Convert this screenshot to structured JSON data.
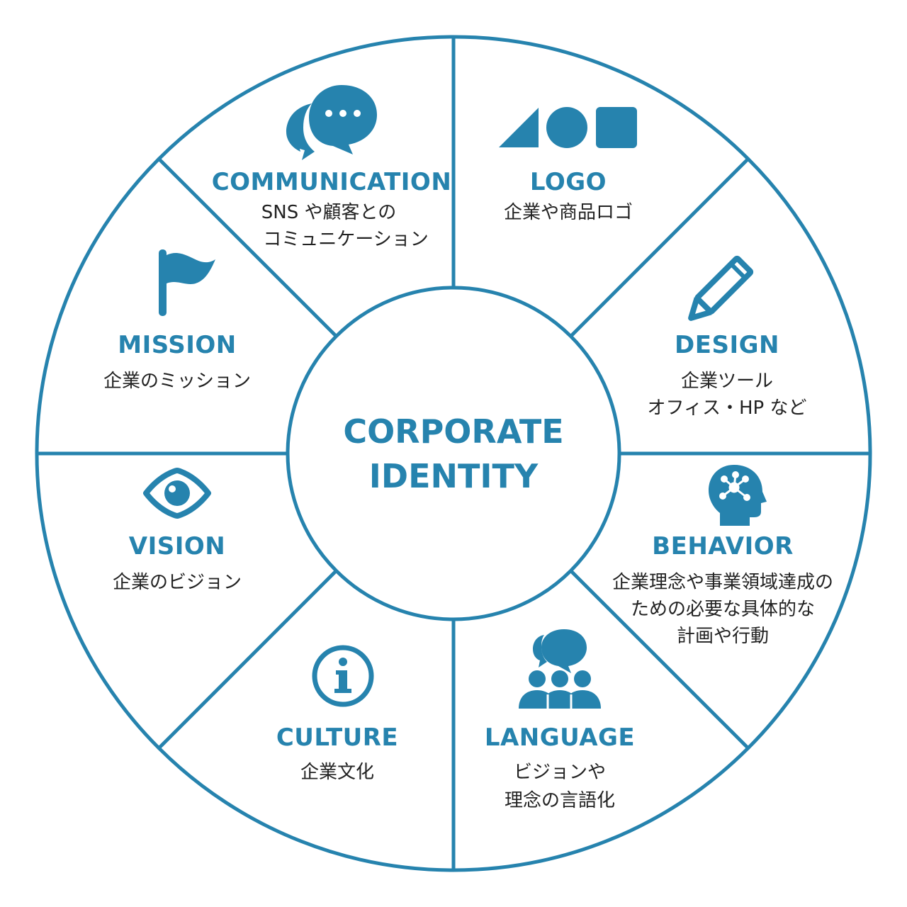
{
  "center": {
    "line1": "CORPORATE",
    "line2": "IDENTITY"
  },
  "colors": {
    "accent": "#2683ae",
    "text": "#222222",
    "background": "#ffffff"
  },
  "segments": [
    {
      "key": "communication",
      "icon": "speech-bubbles-icon",
      "title": "COMMUNICATION",
      "desc": [
        "SNS や顧客との",
        "コミュニケーション"
      ]
    },
    {
      "key": "logo",
      "icon": "shapes-icon",
      "title": "LOGO",
      "desc": [
        "企業や商品ロゴ"
      ]
    },
    {
      "key": "design",
      "icon": "pencil-icon",
      "title": "DESIGN",
      "desc": [
        "企業ツール",
        "オフィス・HP など"
      ]
    },
    {
      "key": "behavior",
      "icon": "head-network-icon",
      "title": "BEHAVIOR",
      "desc": [
        "企業理念や事業領域達成の",
        "ための必要な具体的な",
        "計画や行動"
      ]
    },
    {
      "key": "language",
      "icon": "group-talk-icon",
      "title": "LANGUAGE",
      "desc": [
        "ビジョンや",
        "理念の言語化"
      ]
    },
    {
      "key": "culture",
      "icon": "info-icon",
      "title": "CULTURE",
      "desc": [
        "企業文化"
      ]
    },
    {
      "key": "vision",
      "icon": "eye-icon",
      "title": "VISION",
      "desc": [
        "企業のビジョン"
      ]
    },
    {
      "key": "mission",
      "icon": "flag-icon",
      "title": "MISSION",
      "desc": [
        "企業のミッション"
      ]
    }
  ]
}
